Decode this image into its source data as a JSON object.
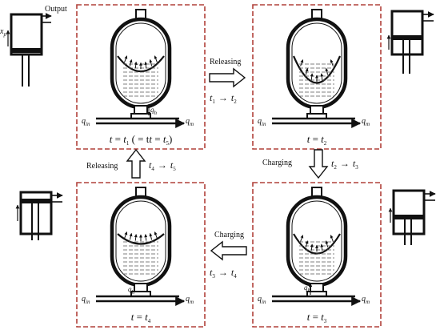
{
  "cylinder": {
    "output_label": "Output",
    "displacement_label": "x",
    "displacement_sub": "p"
  },
  "flows": {
    "q_in": "q",
    "q_in_sub": "in",
    "q_m": "q",
    "q_m_sub": "m",
    "q_h": "q",
    "q_h_sub": "h"
  },
  "states": [
    {
      "id": "s1",
      "t_label": "t",
      "eq": " = ",
      "time_base": "t",
      "time_sub": "1",
      "alt": "  (t = t",
      "alt_sub": "5",
      "alt_close": ")"
    },
    {
      "id": "s2",
      "t_label": "t",
      "eq": " = ",
      "time_base": "t",
      "time_sub": "2"
    },
    {
      "id": "s3",
      "t_label": "t",
      "eq": " = ",
      "time_base": "t",
      "time_sub": "3"
    },
    {
      "id": "s4",
      "t_label": "t",
      "eq": " = ",
      "time_base": "t",
      "time_sub": "4"
    }
  ],
  "transitions": [
    {
      "id": "r12",
      "label": "Releasing",
      "from": "t",
      "from_sub": "1",
      "to": "t",
      "to_sub": "2",
      "arrow": "→"
    },
    {
      "id": "c23",
      "label": "Charging",
      "from": "t",
      "from_sub": "2",
      "to": "t",
      "to_sub": "3",
      "arrow": "→"
    },
    {
      "id": "c34",
      "label": "Charging",
      "from": "t",
      "from_sub": "3",
      "to": "t",
      "to_sub": "4",
      "arrow": "→"
    },
    {
      "id": "r45",
      "label": "Releasing",
      "from": "t",
      "from_sub": "4",
      "to": "t",
      "to_sub": "5",
      "arrow": "→"
    }
  ],
  "colors": {
    "frame": "#b0403a",
    "ink": "#111111",
    "liquid": "#555555"
  }
}
